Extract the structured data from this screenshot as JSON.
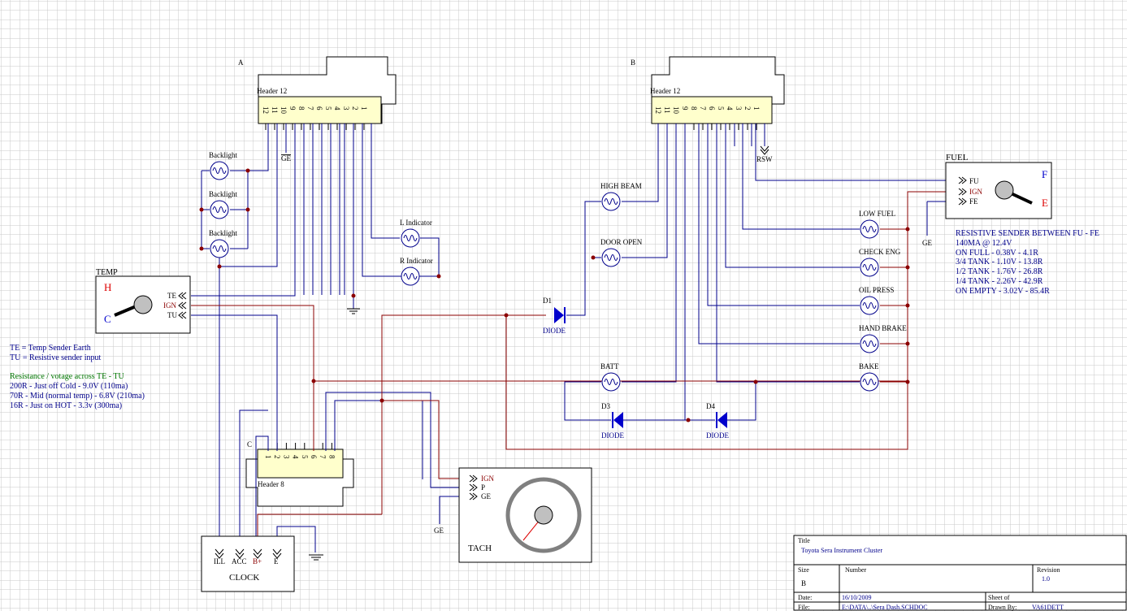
{
  "connectors": {
    "a": {
      "designator": "A",
      "name": "Header 12",
      "pins": [
        "12",
        "11",
        "10",
        "9",
        "8",
        "7",
        "6",
        "5",
        "4",
        "3",
        "2",
        "1"
      ]
    },
    "b": {
      "designator": "B",
      "name": "Header 12",
      "pins": [
        "12",
        "11",
        "10",
        "9",
        "8",
        "7",
        "6",
        "5",
        "4",
        "3",
        "2",
        "1"
      ]
    },
    "c": {
      "designator": "C",
      "name": "Header 8",
      "pins": [
        "1",
        "2",
        "3",
        "4",
        "5",
        "6",
        "7",
        "8"
      ]
    }
  },
  "net_labels": {
    "ge_a": "GE",
    "rsw": "RSW",
    "fuel_ge": "GE",
    "tach_ge": "GE"
  },
  "backlights": [
    "Backlight",
    "Backlight",
    "Backlight"
  ],
  "indicators": [
    "L Indicator",
    "R Indicator"
  ],
  "lamps_b": {
    "high_beam": "HIGH BEAM",
    "door_open": "DOOR OPEN",
    "batt": "BATT"
  },
  "warning_lamps": [
    "LOW FUEL",
    "CHECK ENG",
    "OIL PRESS",
    "HAND BRAKE",
    "BAKE"
  ],
  "diodes": [
    {
      "ref": "D1",
      "type": "DIODE"
    },
    {
      "ref": "D3",
      "type": "DIODE"
    },
    {
      "ref": "D4",
      "type": "DIODE"
    }
  ],
  "temp_gauge": {
    "label": "TEMP",
    "hot": "H",
    "cold": "C",
    "pins": [
      "TE",
      "IGN",
      "TU"
    ]
  },
  "fuel_gauge": {
    "label": "FUEL",
    "full": "F",
    "empty": "E",
    "pins": [
      "FU",
      "IGN",
      "FE"
    ]
  },
  "tach": {
    "label": "TACH",
    "pins": [
      "IGN",
      "P",
      "GE"
    ]
  },
  "clock": {
    "label": "CLOCK",
    "pins": [
      "ILL",
      "ACC",
      "B+",
      "E"
    ]
  },
  "notes": {
    "temp_legend": [
      "TE = Temp Sender Earth",
      "TU = Resistive sender input"
    ],
    "resistance_title": "Resistance / votage across TE - TU",
    "resistance_rows": [
      "200R - Just off Cold - 9.0V (110ma)",
      "70R - Mid (normal temp) - 6.8V (210ma)",
      "16R - Just on HOT - 3.3v (300ma)"
    ],
    "fuel_lines": [
      "RESISTIVE SENDER BETWEEN FU - FE",
      "140MA @ 12.4V",
      "ON FULL - 0.38V - 4.1R",
      "3/4 TANK - 1.10V - 13.8R",
      "1/2 TANK - 1.76V - 26.8R",
      "1/4 TANK - 2.26V - 42.9R",
      "ON EMPTY - 3.02V - 85.4R"
    ]
  },
  "title_block": {
    "title_label": "Title",
    "title": "Toyota Sera Instrument Cluster",
    "size_label": "Size",
    "size": "B",
    "number_label": "Number",
    "revision_label": "Revision",
    "revision": "1.0",
    "date_label": "Date:",
    "date": "16/10/2009",
    "sheet_label": "Sheet    of",
    "file_label": "File:",
    "file": "E:\\DATA\\..\\Sera Dash.SCHDOC",
    "drawn_label": "Drawn By:",
    "drawn": "VA61DETT"
  },
  "colors": {
    "grid": "#c8c8c8",
    "wire_blue": "#00008b",
    "wire_red": "#8b0000",
    "component_blue": "#0000cc",
    "body_fill": "#ffffcc",
    "note_green": "#007700",
    "gauge_red": "#dd0000"
  }
}
